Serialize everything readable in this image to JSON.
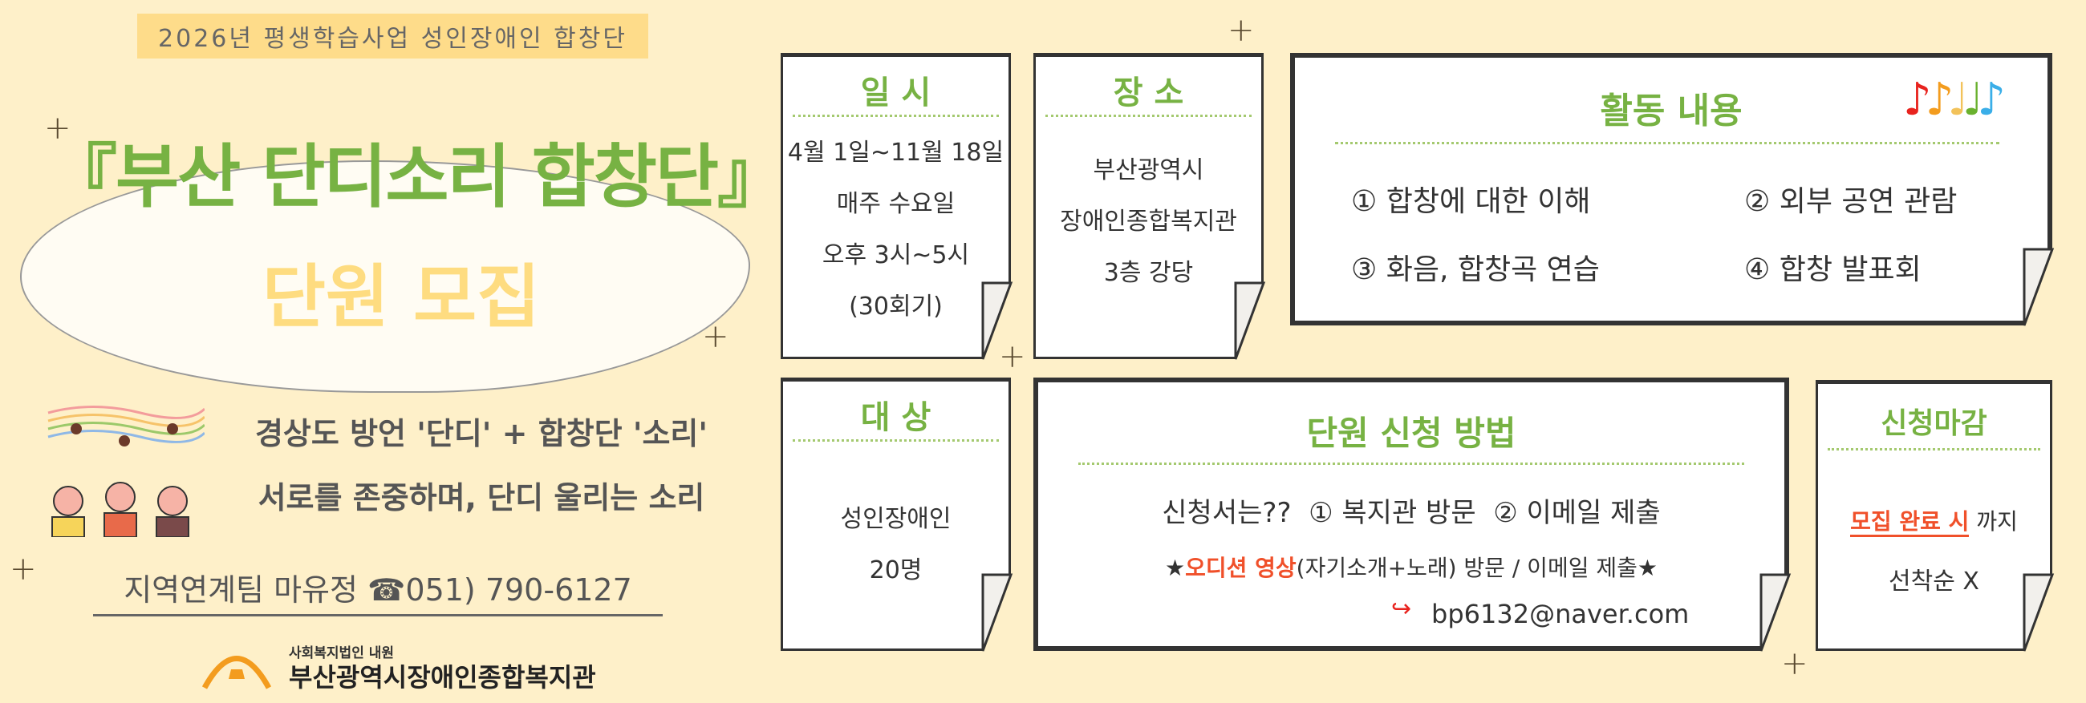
{
  "header": {
    "banner": "2026년 평생학습사업 성인장애인 합창단",
    "title": "『부산 단디소리 합창단』",
    "subtitle": "단원 모집"
  },
  "slogan": {
    "line1": "경상도 방언 '단디' + 합창단 '소리'",
    "line2": "서로를 존중하며, 단디 울리는 소리"
  },
  "contact": {
    "text": "지역연계팀 마유정 ☎051) 790-6127"
  },
  "logo": {
    "small": "사회복지법인 내원",
    "name": "부산광역시장애인종합복지관"
  },
  "schedule": {
    "heading": "일 시",
    "lines": [
      "4월 1일~11월 18일",
      "매주 수요일",
      "오후 3시~5시",
      "(30회기)"
    ]
  },
  "place": {
    "heading": "장 소",
    "lines": [
      "부산광역시",
      "장애인종합복지관",
      "3층 강당"
    ]
  },
  "activities": {
    "heading": "활동 내용",
    "items": [
      "① 합창에 대한 이해",
      "② 외부 공연 관람",
      "③ 화음, 합창곡 연습",
      "④ 합창 발표회"
    ]
  },
  "target": {
    "heading": "대 상",
    "lines": [
      "성인장애인",
      "20명"
    ]
  },
  "apply": {
    "heading": "단원 신청 방법",
    "line1": "신청서는??  ① 복지관 방문  ② 이메일 제출",
    "star": "★",
    "audition": "오디션 영상",
    "line2_rest": "(자기소개+노래) 방문 / 이메일 제출",
    "email": "bp6132@naver.com"
  },
  "deadline": {
    "heading": "신청마감",
    "highlight": "모집 완료 시",
    "suffix": " 까지",
    "note": "선착순 X"
  },
  "colors": {
    "background": "#fef0c9",
    "green": "#77b243",
    "yellow": "#fedc80",
    "red": "#f0502a"
  }
}
